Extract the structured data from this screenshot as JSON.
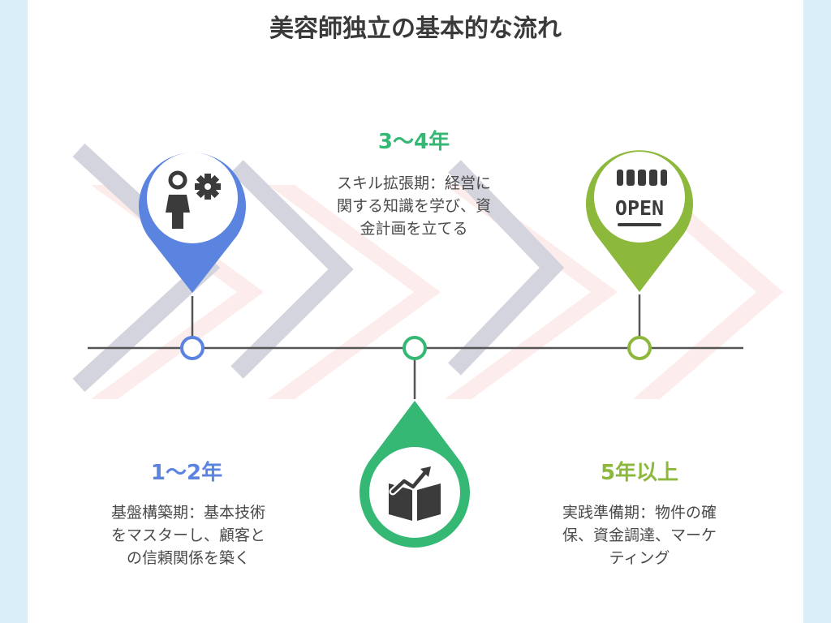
{
  "title": "美容師独立の基本的な流れ",
  "colors": {
    "background": "#d9eef9",
    "stage1": "#5b83e0",
    "stage2": "#34b874",
    "stage3": "#8cb83c",
    "timeline": "#555555",
    "icon": "#3b3b3b"
  },
  "stages": [
    {
      "period": "1〜2年",
      "description": "基盤構築期：基本技術をマスターし、顧客との信頼関係を築く",
      "lines": [
        "基盤構築期：基本技術",
        "をマスターし、顧客と",
        "の信頼関係を築く"
      ],
      "icon": "person-gear-icon"
    },
    {
      "period": "3〜4年",
      "description": "スキル拡張期：経営に関する知識を学び、資金計画を立てる",
      "lines": [
        "スキル拡張期：経営に",
        "関する知識を学び、資",
        "金計画を立てる"
      ],
      "icon": "book-growth-icon"
    },
    {
      "period": "5年以上",
      "description": "実践準備期：物件の確保、資金調達、マーケティング",
      "lines": [
        "実践準備期：物件の確",
        "保、資金調達、マーケ",
        "ティング"
      ],
      "icon": "open-shop-icon",
      "sign_text": "OPEN"
    }
  ]
}
